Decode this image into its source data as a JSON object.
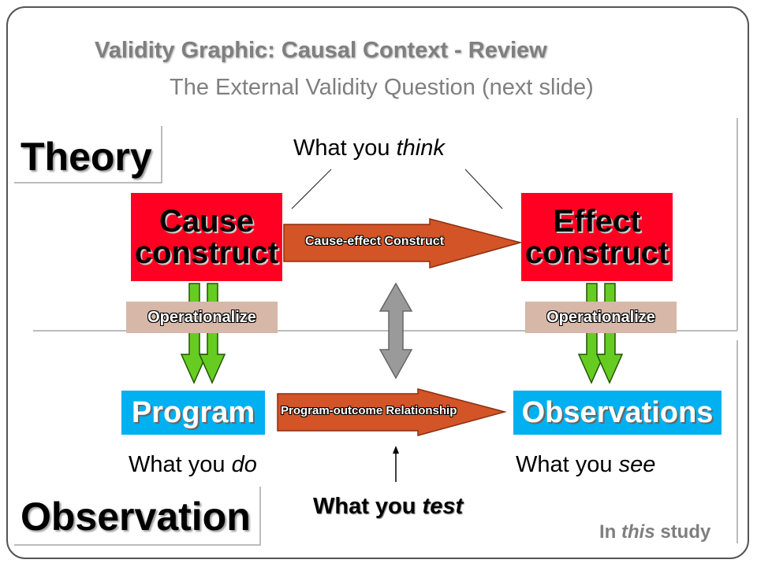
{
  "title": "Validity Graphic: Causal Context - Review",
  "subtitle": "The External Validity Question (next slide)",
  "theory_label": "Theory",
  "observation_label": "Observation",
  "theory_caption": {
    "prefix": "What you ",
    "emph": "think"
  },
  "cause_construct": {
    "line1": "Cause",
    "line2": "construct"
  },
  "effect_construct": {
    "line1": "Effect",
    "line2": "construct"
  },
  "cause_effect_arrow": "Cause-effect Construct",
  "operationalize_left": "Operationalize",
  "operationalize_right": "Operationalize",
  "program": "Program",
  "observations": "Observations",
  "program_outcome_arrow": "Program-outcome Relationship",
  "do_caption": {
    "prefix": "What you ",
    "emph": "do"
  },
  "see_caption": {
    "prefix": "What you ",
    "emph": "see"
  },
  "test_caption": {
    "prefix": "What you ",
    "emph": "test"
  },
  "study_caption": {
    "prefix": "In ",
    "emph": "this",
    "suffix": " study"
  },
  "colors": {
    "construct_red": "#ff0022",
    "program_blue": "#00b0f0",
    "arrow_orange": "#d35427",
    "green_arrow": "#66cc22",
    "double_arrow_gray": "#9a9a9a",
    "operationalize_tan": "#d6b7a8"
  }
}
